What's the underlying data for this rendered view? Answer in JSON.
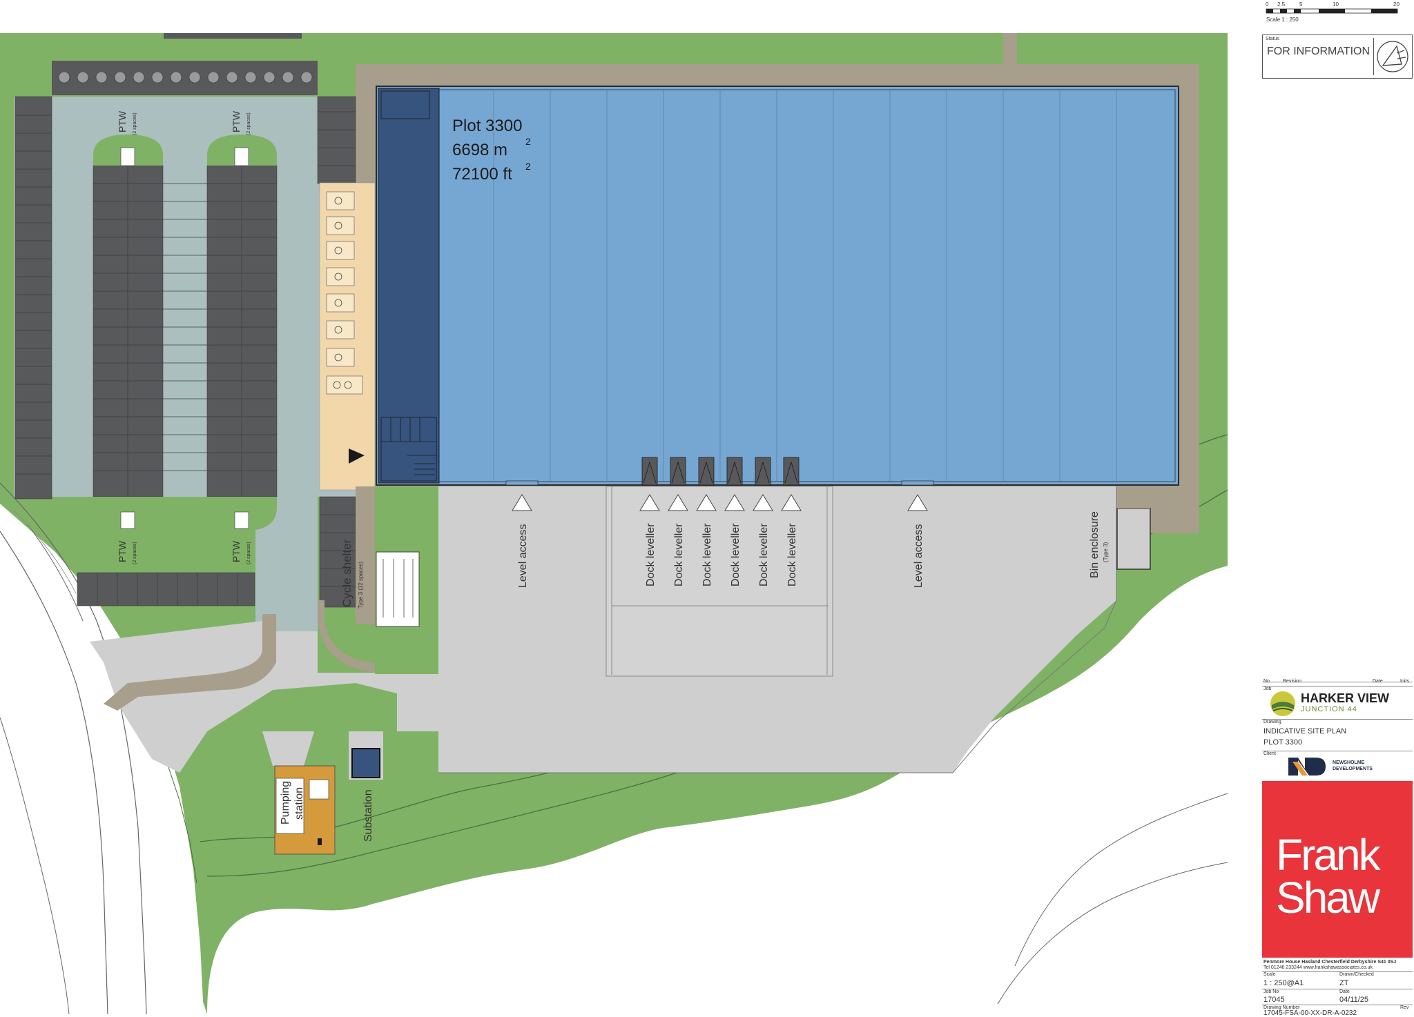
{
  "scale_bar": {
    "ticks": [
      "0",
      "2.5",
      "5",
      "10",
      "20"
    ],
    "caption": "Scale 1 : 250"
  },
  "status": {
    "label": "Status",
    "value": "FOR INFORMATION"
  },
  "plot": {
    "name": "Plot 3300",
    "area_m2": "6698 m",
    "area_ft2": "72100 ft",
    "sup": "2"
  },
  "labels": {
    "ptw": "PTW",
    "ptw_spaces": "(2 spaces)",
    "cycle_shelter": "Cycle shelter",
    "cycle_type": "Type 3 (32 spaces)",
    "level_access": "Level access",
    "dock_leveller": "Dock leveller",
    "bin_enclosure": "Bin enclosure",
    "bin_type": "(Type 3)",
    "pumping_station": [
      "Pumping",
      "station"
    ],
    "substation": "Substation"
  },
  "title_block": {
    "rev_header": {
      "no": "No",
      "revision": "Revision",
      "date": "Date",
      "initials": "Inits"
    },
    "job_label": "Job",
    "job_name": "HARKER VIEW",
    "job_sub": "JUNCTION 44",
    "drawing_label": "Drawing",
    "drawing_title": [
      "INDICATIVE SITE PLAN",
      "PLOT 3300"
    ],
    "client_label": "Client",
    "client_name": [
      "NEWSHOLME",
      "DEVELOPMENTS"
    ],
    "architect_name": [
      "Frank",
      "Shaw"
    ],
    "address": "Penmore House    Hasland    Chesterfield    Derbyshire    S41 0SJ",
    "contact": "Tel 01246 233244                          www.frankshawassociates.co.uk",
    "scale_label": "Scale",
    "scale_value": "1 : 250@A1",
    "drawn_label": "Drawn/Checked",
    "drawn_value": "ZT",
    "jobno_label": "Job No",
    "jobno_value": "17045",
    "date_label": "Date",
    "date_value": "04/11/25",
    "dwgno_label": "Drawing Number",
    "dwgno_value": "17045-FSA-00-XX-DR-A-0232",
    "rev_label": "Rev"
  },
  "colors": {
    "grass": "#7fb265",
    "paving": "#cfcfd0",
    "car_park": "#abbfbe",
    "parking_bays": "#58595b",
    "building": "#76a7d3",
    "office_core": "#36547e",
    "footway": "#a79e8c",
    "cycle_area": "#f2d7aa",
    "pump_station": "#d59a3c",
    "brand_red": "#e8343a"
  }
}
